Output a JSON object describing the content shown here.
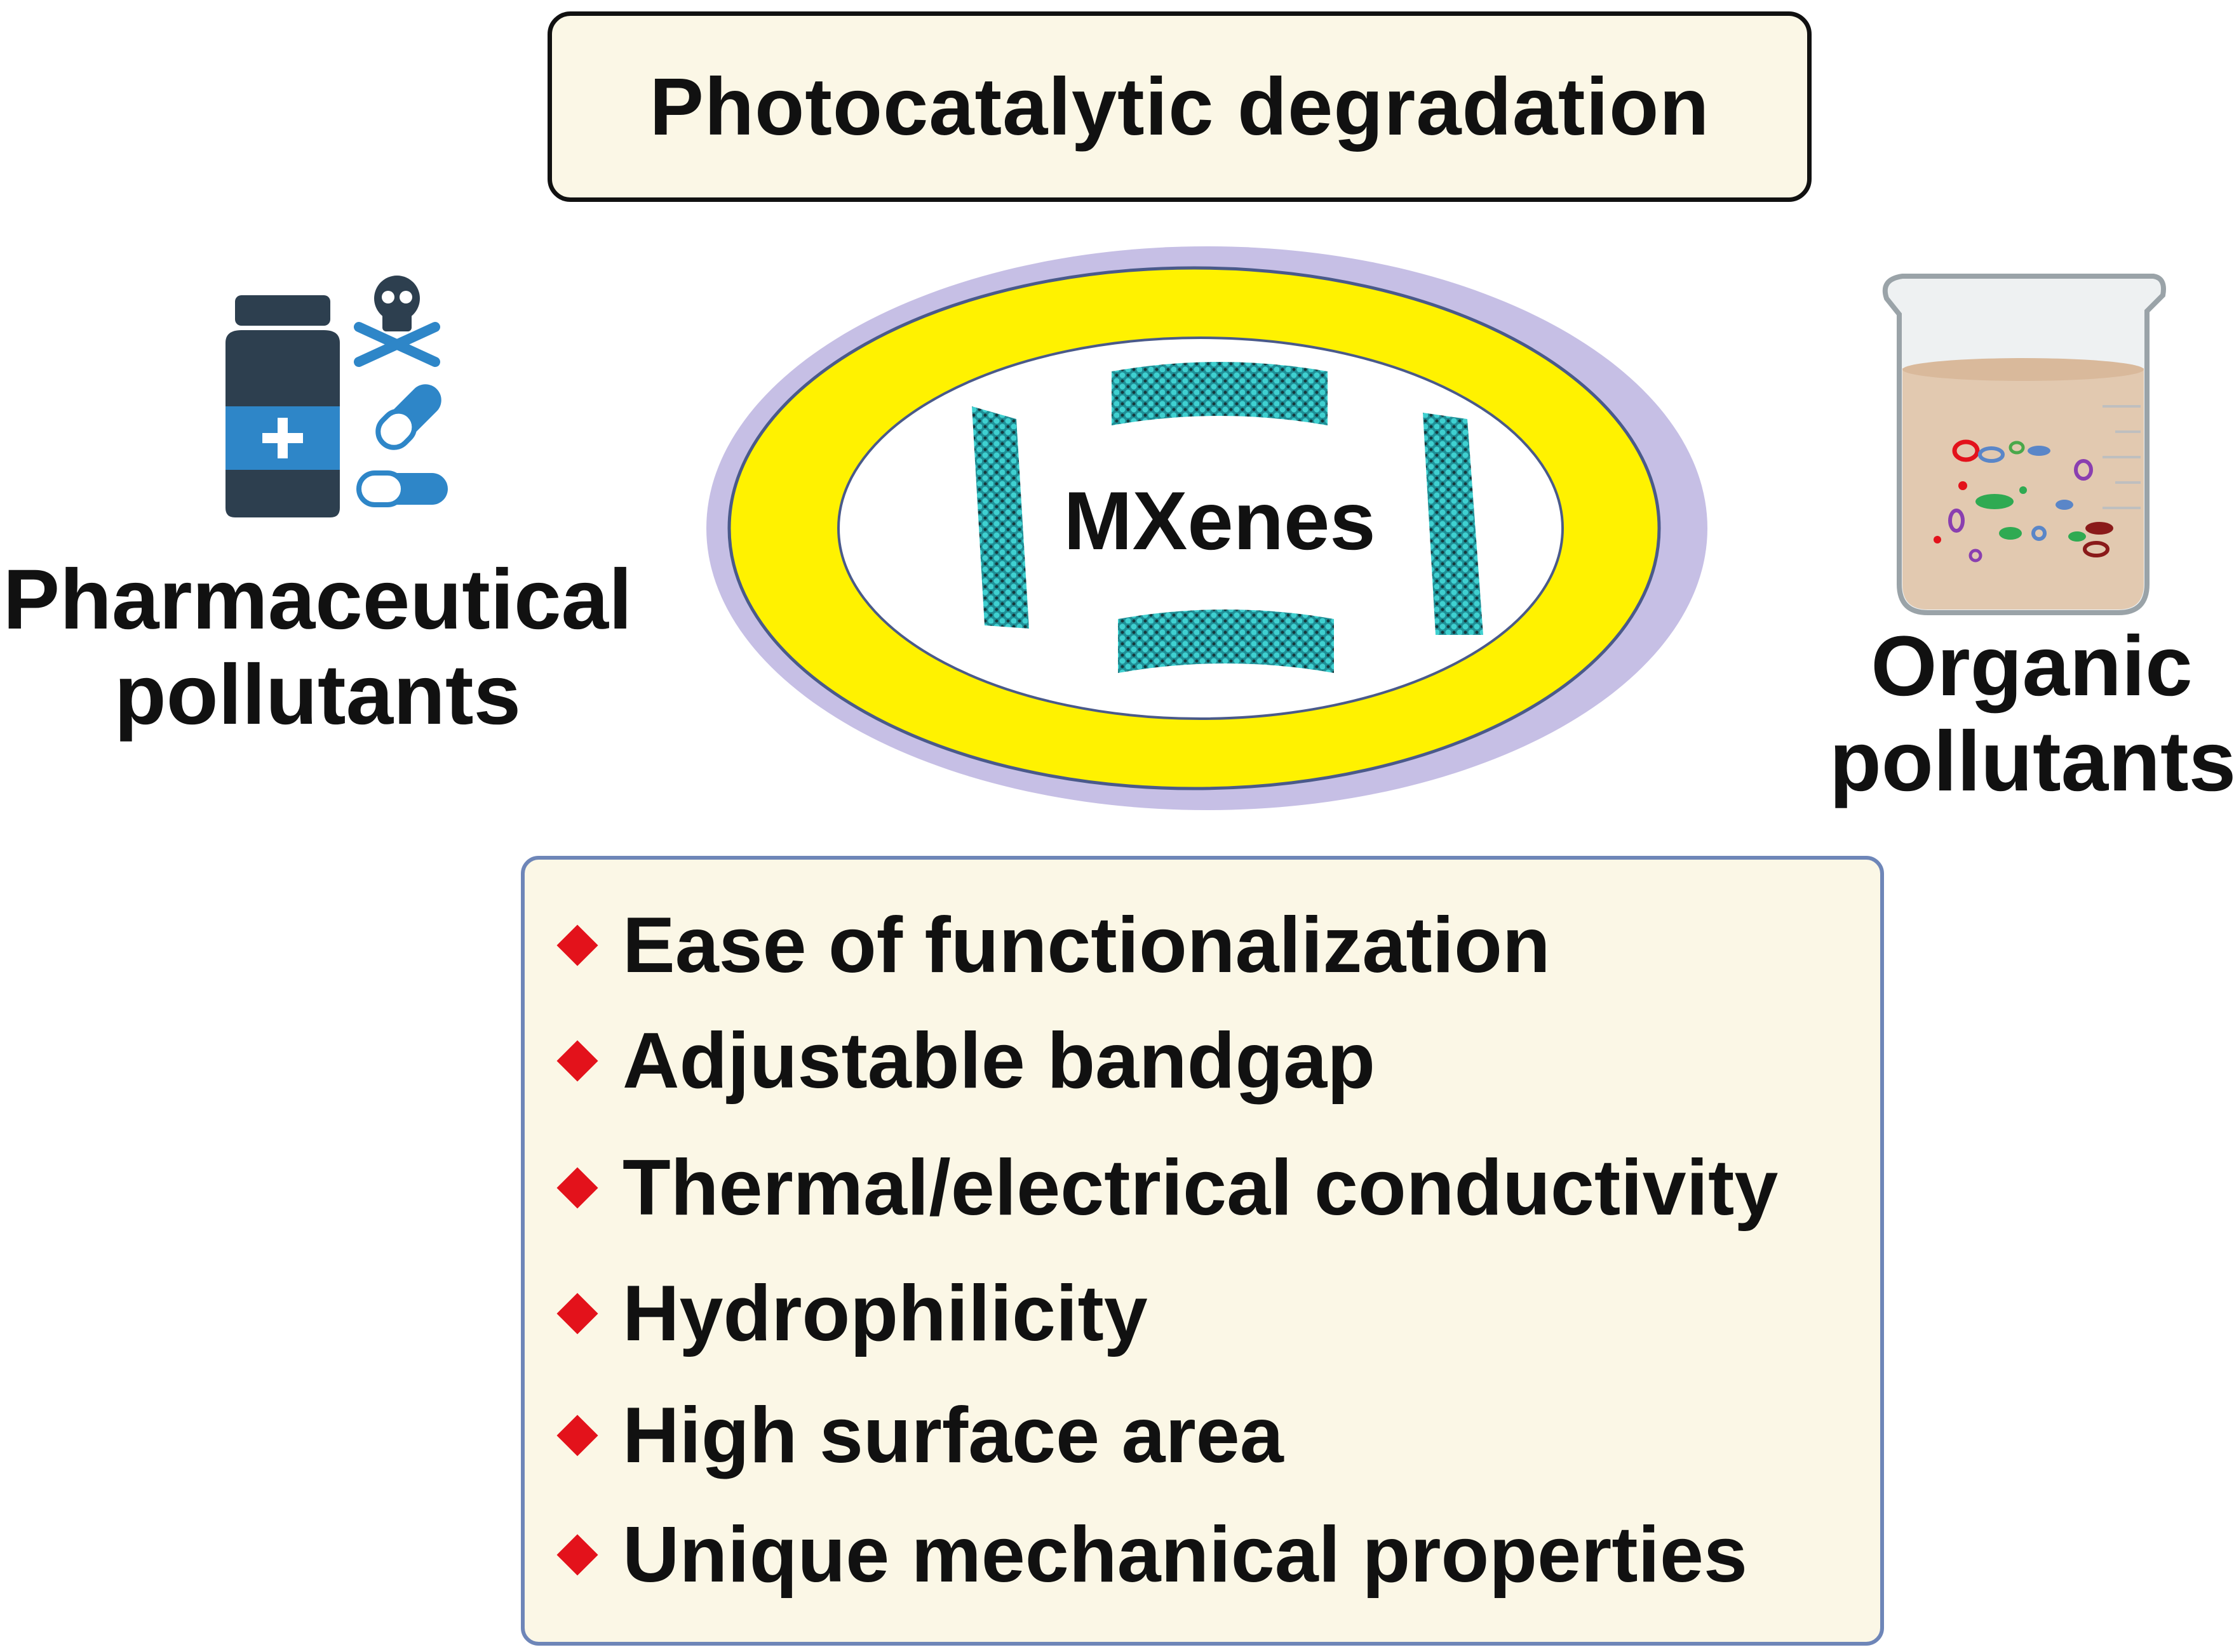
{
  "title": "Photocatalytic degradation",
  "center": {
    "label": "MXenes",
    "colors": {
      "outer_ring": "#c6bfe5",
      "yellow_ring": "#fff200",
      "inner": "#ffffff",
      "sheet": "#2bb3b5"
    }
  },
  "left": {
    "label_line1": "Pharmaceutical",
    "label_line2": "pollutants",
    "icon_color": "#2d3f4f",
    "accent": "#2e86c8"
  },
  "right": {
    "label_line1": "Organic",
    "label_line2": "pollutants"
  },
  "properties": [
    "Ease of functionalization",
    "Adjustable bandgap",
    "Thermal/electrical conductivity",
    "Hydrophilicity",
    "High surface area",
    "Unique mechanical properties"
  ],
  "colors": {
    "bullet": "#e3121b",
    "box_bg": "#fbf7e6",
    "box_border": "#6e86b8"
  }
}
